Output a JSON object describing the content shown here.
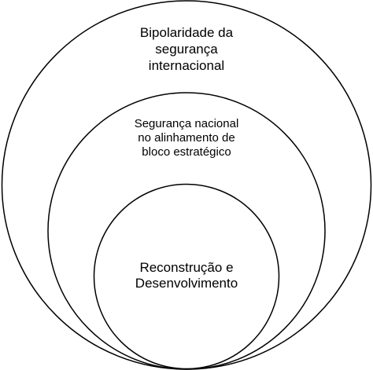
{
  "diagram": {
    "outer": {
      "lines": [
        "Bipolaridade da",
        "segurança",
        "internacional"
      ]
    },
    "middle": {
      "lines": [
        "Segurança nacional",
        "no alinhamento de",
        "bloco estratégico"
      ]
    },
    "inner": {
      "lines": [
        "Reconstrução e",
        "Desenvolvimento"
      ]
    },
    "colors": {
      "stroke": "#000000",
      "background": "#ffffff"
    }
  }
}
